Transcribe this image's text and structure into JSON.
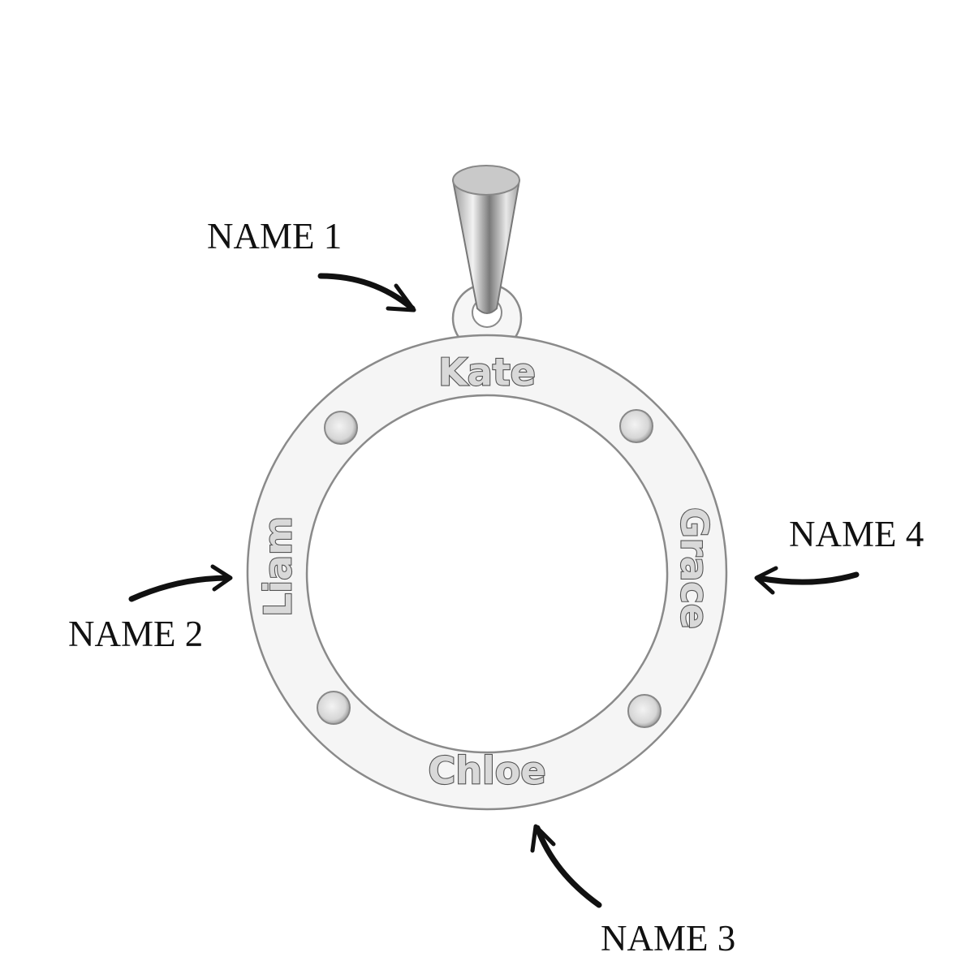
{
  "labels": {
    "name1": "NAME 1",
    "name2": "NAME 2",
    "name3": "NAME 3",
    "name4": "NAME 4"
  },
  "engravings": {
    "top": "Kate",
    "left": "Liam",
    "bottom": "Chloe",
    "right": "Grace"
  },
  "colors": {
    "metal": "#f4f4f4",
    "outline": "#8a8a8a",
    "text": "#111111"
  }
}
